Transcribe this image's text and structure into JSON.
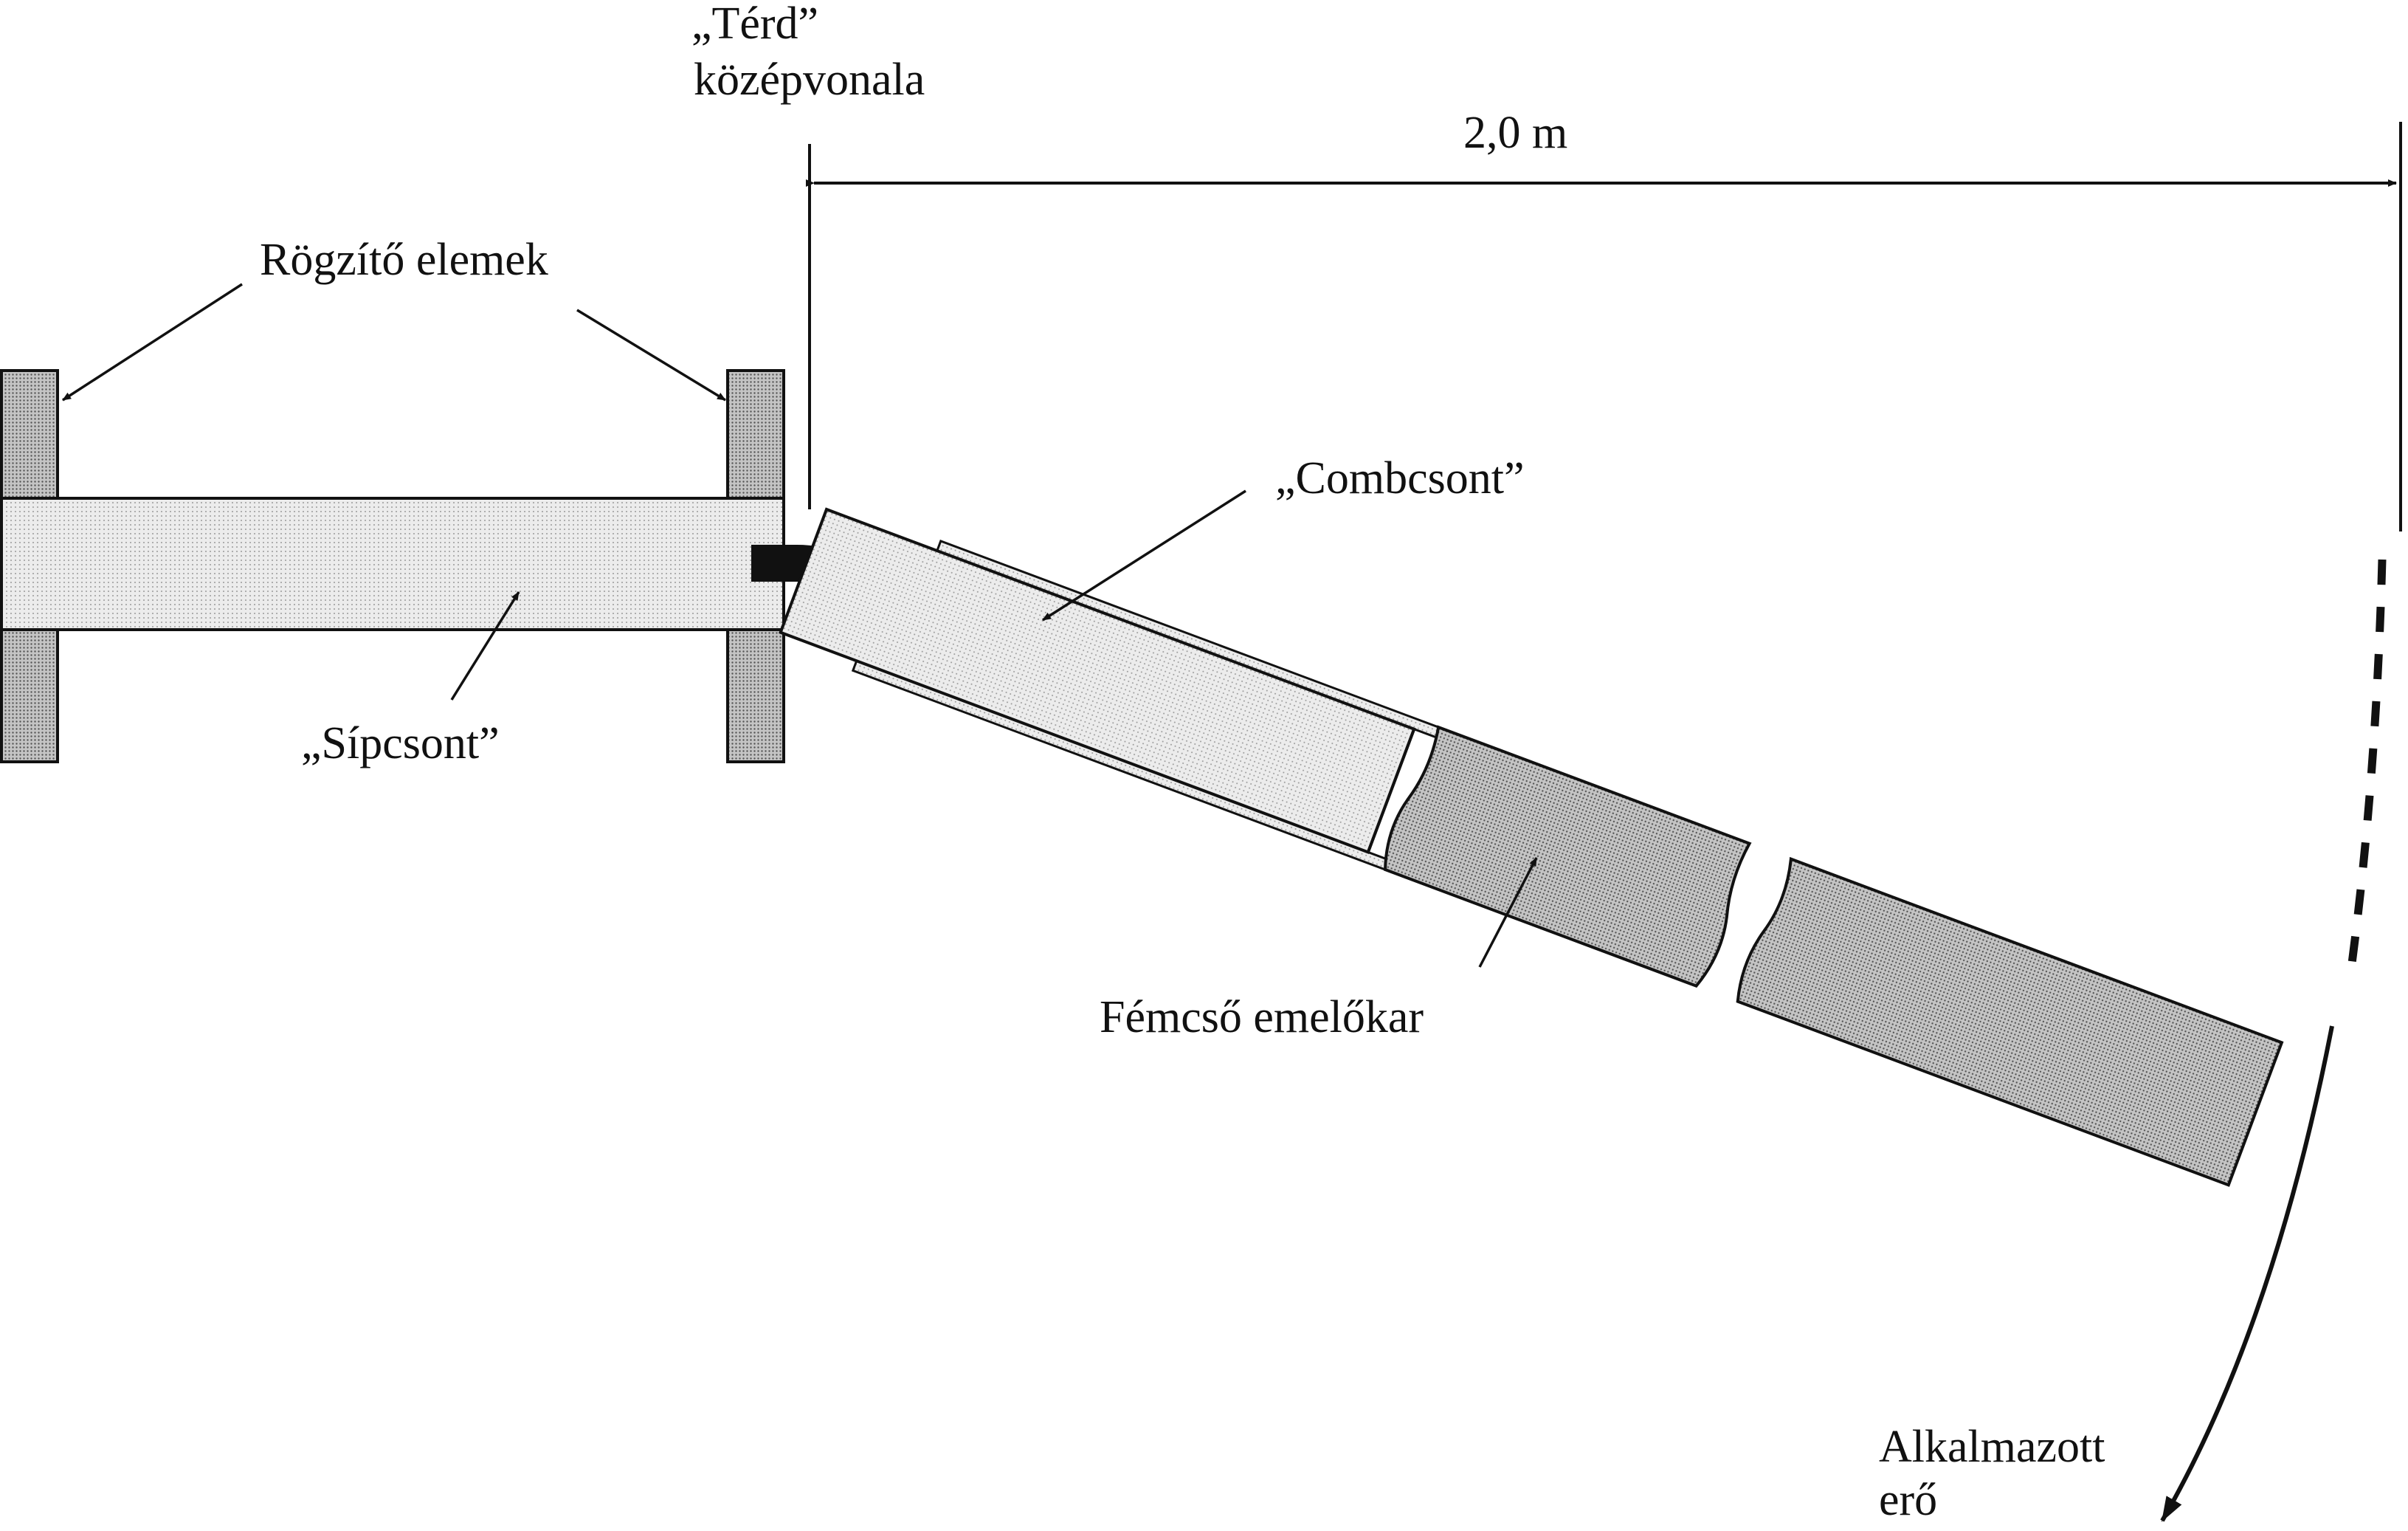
{
  "labels": {
    "knee_title_line1": "„Térd”",
    "knee_title_line2": "középvonala",
    "distance": "2,0 m",
    "fixing_elements": "Rögzítő elemek",
    "femur": "„Combcsont”",
    "tibia": "„Sípcsont”",
    "lever": "Fémcső emelőkar",
    "force_line1": "Alkalmazott",
    "force_line2": "erő"
  },
  "colors": {
    "ink": "#111111",
    "light_fill": "#e6e6e6",
    "dark_fill": "#b8b8b8"
  }
}
